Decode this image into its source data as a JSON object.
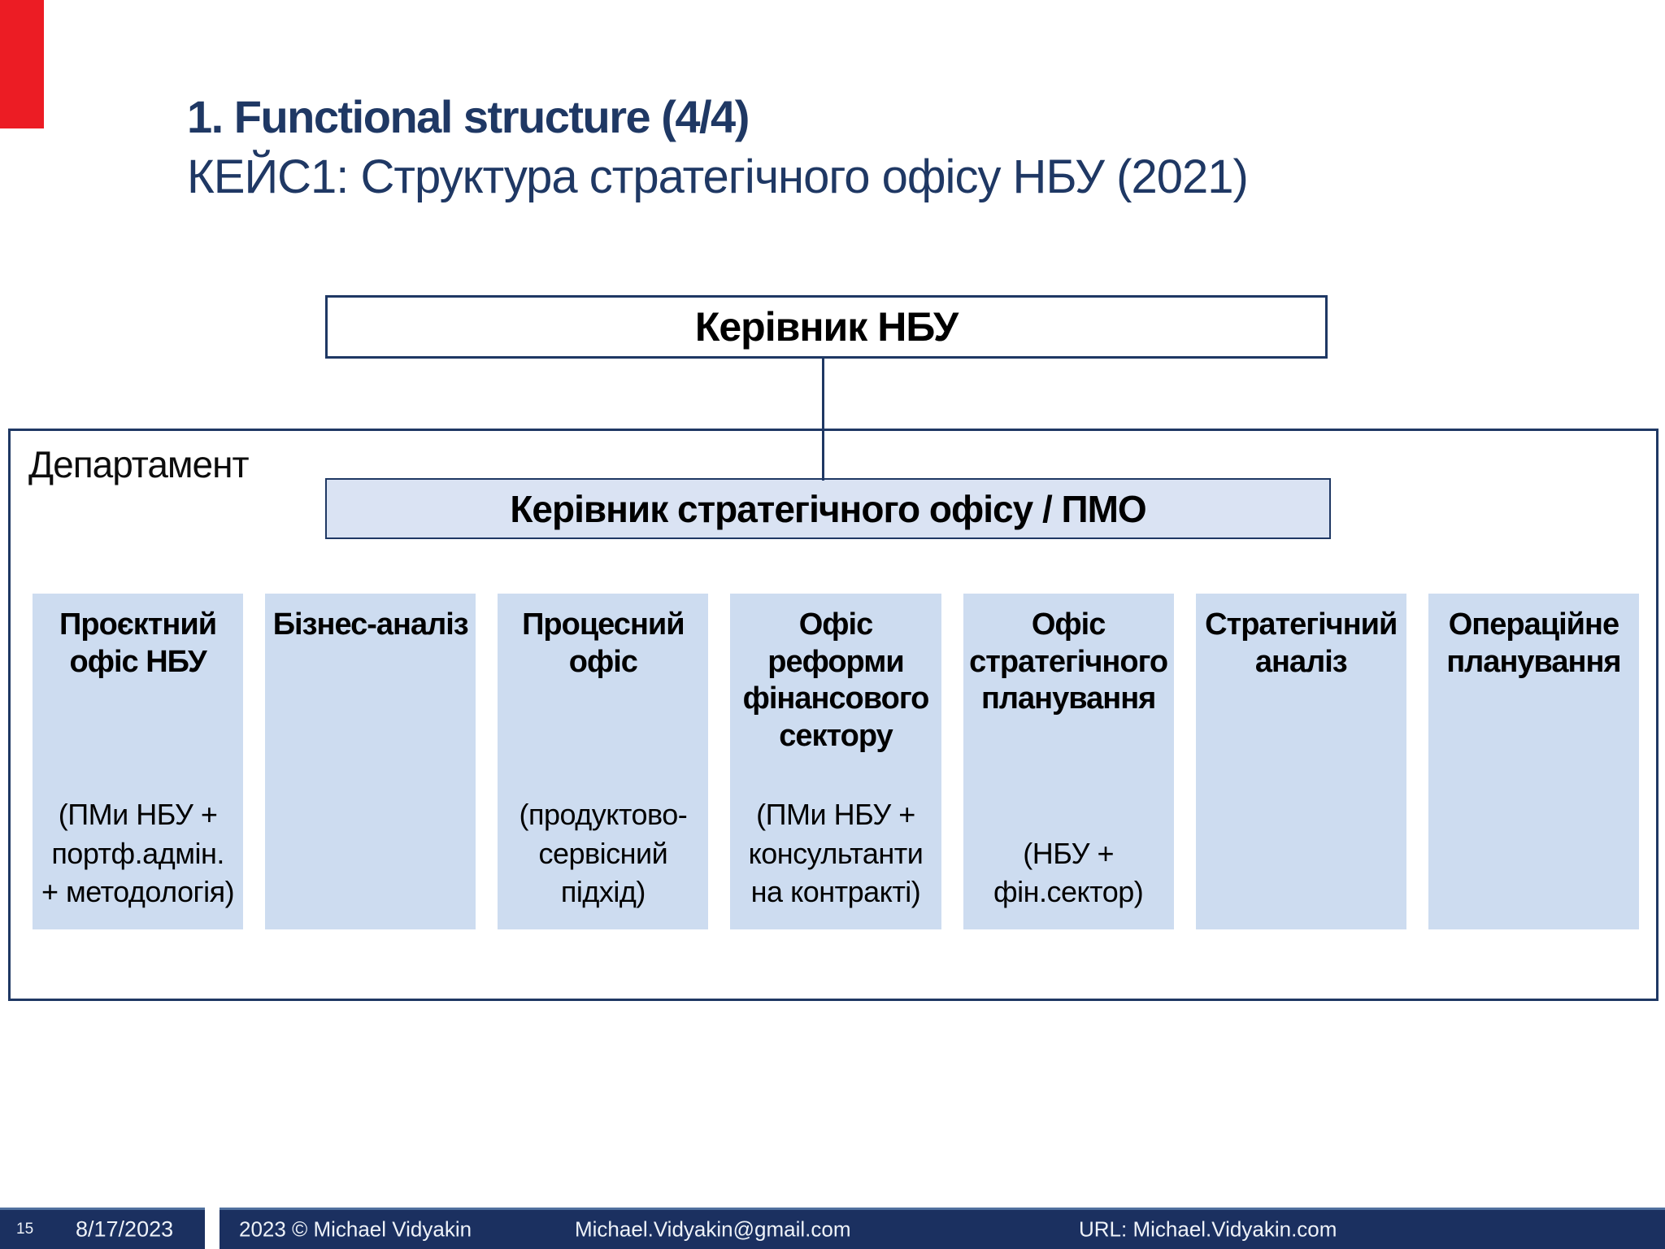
{
  "slide": {
    "title": "1. Functional structure (4/4)",
    "subtitle": "КЕЙС1: Структура стратегічного офісу НБУ (2021)"
  },
  "colors": {
    "navy": "#1f3864",
    "red_accent": "#ec1c24",
    "unit_fill": "#cddcf0",
    "pmo_fill": "#dae3f3",
    "footer_bg": "#1b3060"
  },
  "org_chart": {
    "root_label": "Керівник НБУ",
    "container_label": "Департамент",
    "manager_label": "Керівник стратегічного офісу / ПМО",
    "units": [
      {
        "title": "Проєктний\nофіс НБУ",
        "note": "(ПМи НБУ +\nпортф.адмін.\n+ методологія)"
      },
      {
        "title": "Бізнес-аналіз",
        "note": ""
      },
      {
        "title": "Процесний\nофіс",
        "note": "(продуктово-\nсервісний\nпідхід)"
      },
      {
        "title": "Офіс\nреформи\nфінансового\nсектору",
        "note": "(ПМи НБУ +\nконсультанти\nна контракті)"
      },
      {
        "title": "Офіс\nстратегічного\nпланування",
        "note": "(НБУ +\nфін.сектор)"
      },
      {
        "title": "Стратегічний\nаналіз",
        "note": ""
      },
      {
        "title": "Операційне\nпланування",
        "note": ""
      }
    ]
  },
  "footer": {
    "page_number": "15",
    "date": "8/17/2023",
    "copyright": "2023 © Michael Vidyakin",
    "email": "Michael.Vidyakin@gmail.com",
    "url": "URL: Michael.Vidyakin.com"
  }
}
